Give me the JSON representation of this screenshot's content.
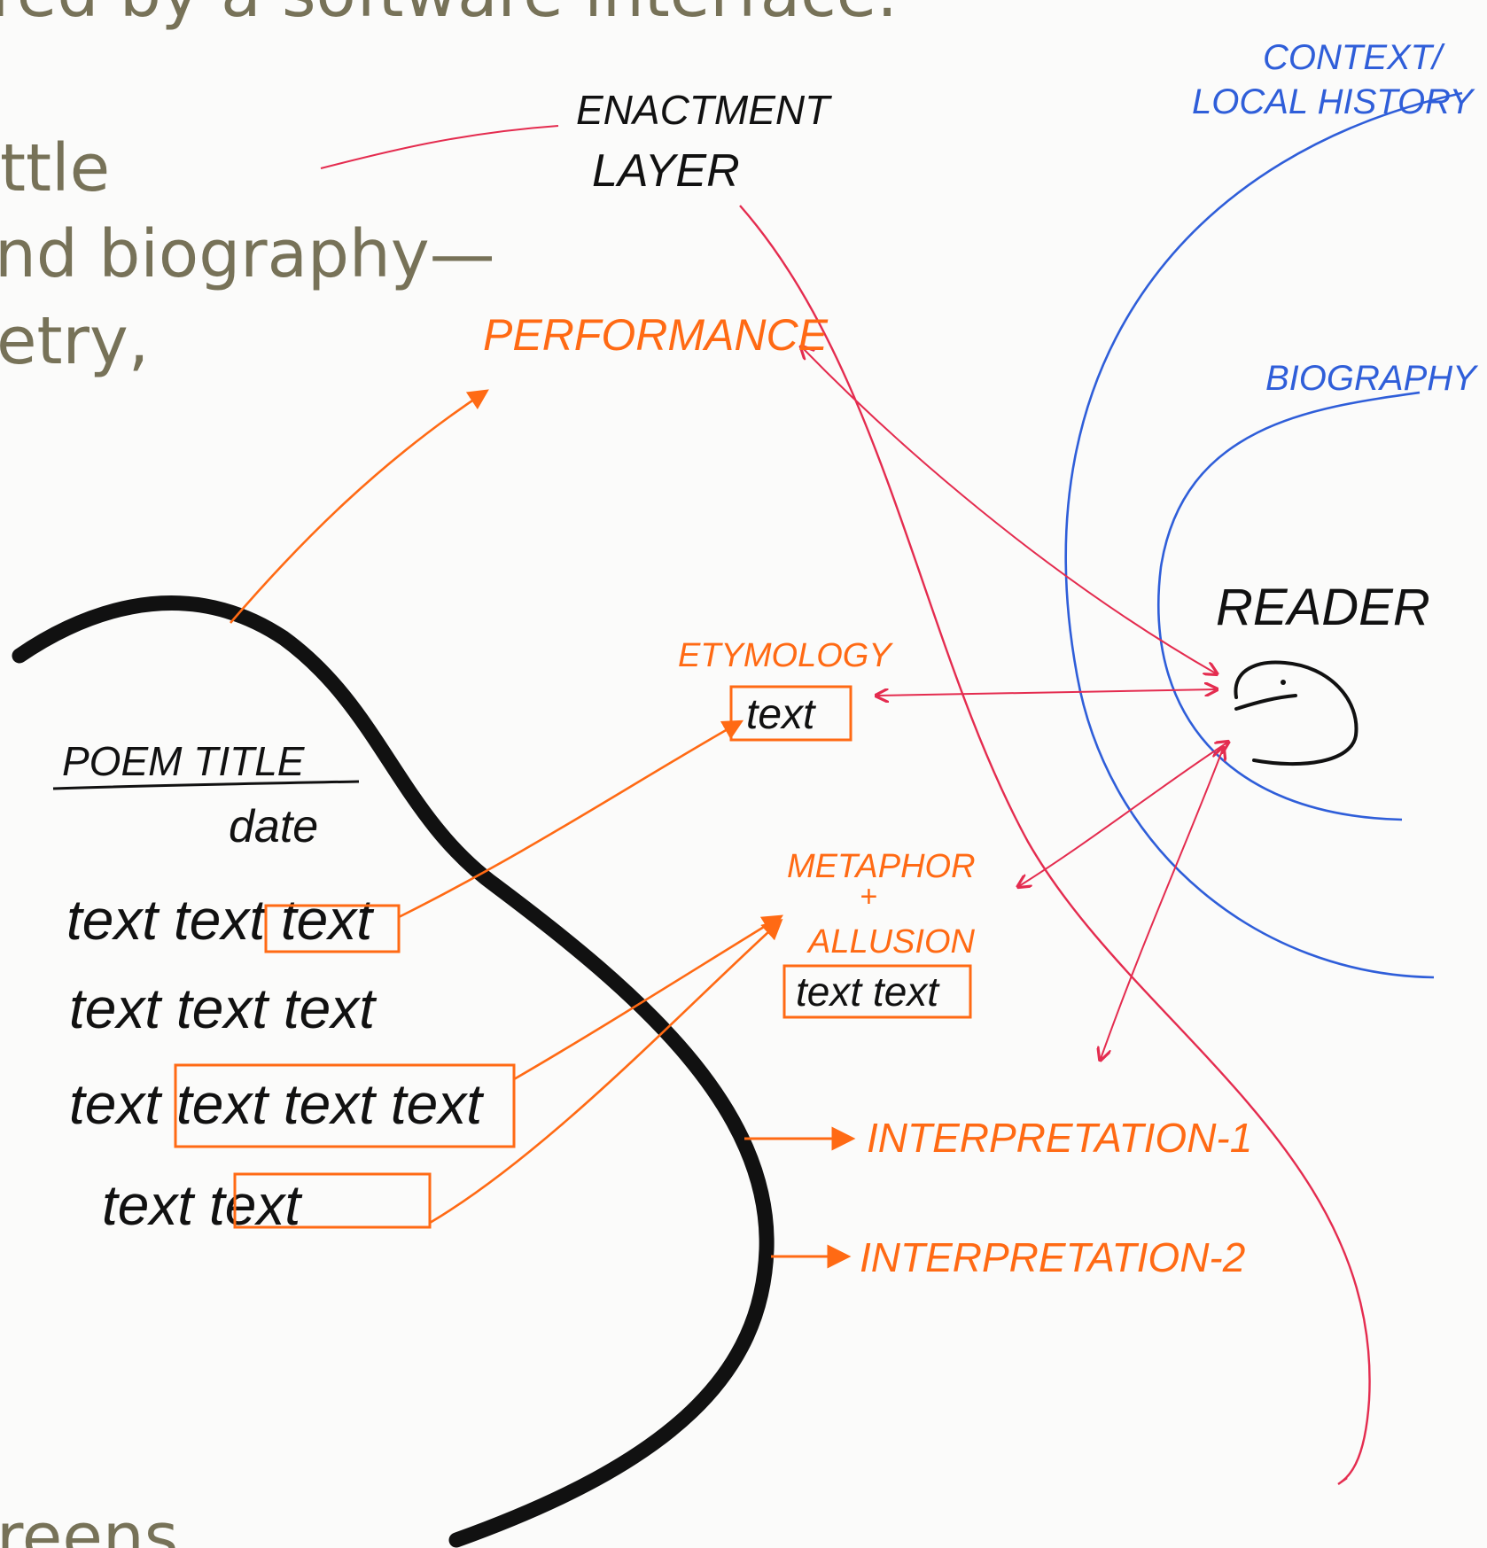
{
  "slide_text": {
    "line_top": "red by a software interface.",
    "line_1": "ttle",
    "line_2": "nd biography—",
    "line_3": "etry,",
    "line_bottom": "reens"
  },
  "labels": {
    "enactment_layer_1": "ENACTMENT",
    "enactment_layer_2": "LAYER",
    "context_1": "CONTEXT/",
    "context_2": "LOCAL HISTORY",
    "biography": "BIOGRAPHY",
    "reader": "READER",
    "performance": "PERFORMANCE",
    "etymology": "ETYMOLOGY",
    "etymology_box": "text",
    "metaphor_1": "METAPHOR",
    "metaphor_2": "+",
    "metaphor_3": "ALLUSION",
    "metaphor_box": "text text",
    "interpretation_1": "INTERPRETATION-1",
    "interpretation_2": "INTERPRETATION-2"
  },
  "poem": {
    "title": "POEM TITLE",
    "date": "date",
    "line_1": "text text text",
    "line_2": "text text text",
    "line_3": "text text text text",
    "line_4": "text text"
  },
  "colors": {
    "black_ink": "#111111",
    "orange_ink": "#ff6a14",
    "blue_ink": "#2f5ed9",
    "red_ink": "#e42c4f",
    "slide_text": "#777258"
  }
}
